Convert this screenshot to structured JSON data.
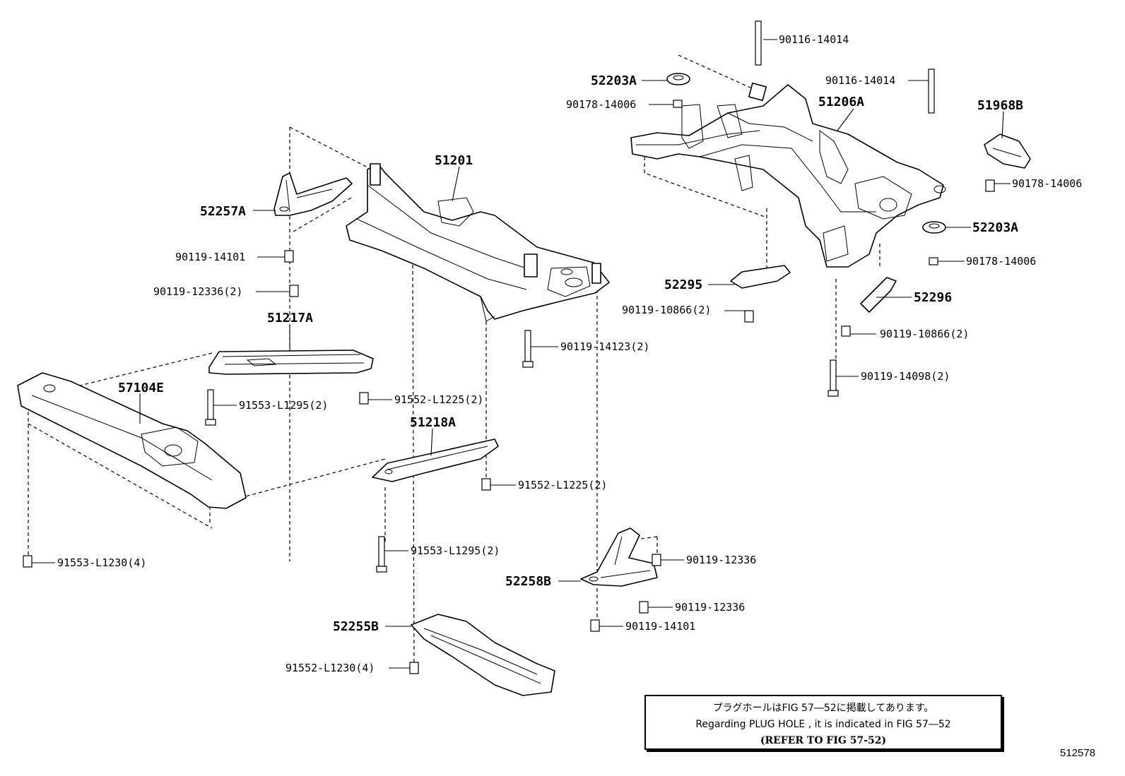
{
  "callouts": [
    {
      "id": "p1",
      "text": "90116-14014",
      "main": false
    },
    {
      "id": "p2",
      "text": "52203A",
      "main": true
    },
    {
      "id": "p3",
      "text": "90116-14014",
      "main": false
    },
    {
      "id": "p4",
      "text": "90178-14006",
      "main": false
    },
    {
      "id": "p5",
      "text": "51206A",
      "main": true
    },
    {
      "id": "p6",
      "text": "51968B",
      "main": true
    },
    {
      "id": "p7",
      "text": "51201",
      "main": true
    },
    {
      "id": "p8",
      "text": "90178-14006",
      "main": false
    },
    {
      "id": "p9",
      "text": "52257A",
      "main": true
    },
    {
      "id": "p10",
      "text": "52203A",
      "main": true
    },
    {
      "id": "p11",
      "text": "90119-14101",
      "main": false
    },
    {
      "id": "p12",
      "text": "90178-14006",
      "main": false
    },
    {
      "id": "p13",
      "text": "52295",
      "main": true
    },
    {
      "id": "p14",
      "text": "90119-12336(2)",
      "main": false
    },
    {
      "id": "p15",
      "text": "52296",
      "main": true
    },
    {
      "id": "p16",
      "text": "90119-10866(2)",
      "main": false
    },
    {
      "id": "p17",
      "text": "51217A",
      "main": true
    },
    {
      "id": "p18",
      "text": "90119-10866(2)",
      "main": false
    },
    {
      "id": "p19",
      "text": "90119-14123(2)",
      "main": false
    },
    {
      "id": "p20",
      "text": "90119-14098(2)",
      "main": false
    },
    {
      "id": "p21",
      "text": "57104E",
      "main": true
    },
    {
      "id": "p22",
      "text": "91552-L1225(2)",
      "main": false
    },
    {
      "id": "p23",
      "text": "91553-L1295(2)",
      "main": false
    },
    {
      "id": "p24",
      "text": "51218A",
      "main": true
    },
    {
      "id": "p25",
      "text": "91552-L1225(2)",
      "main": false
    },
    {
      "id": "p26",
      "text": "91553-L1295(2)",
      "main": false
    },
    {
      "id": "p27",
      "text": "91553-L1230(4)",
      "main": false
    },
    {
      "id": "p28",
      "text": "90119-12336",
      "main": false
    },
    {
      "id": "p29",
      "text": "52258B",
      "main": true
    },
    {
      "id": "p30",
      "text": "90119-12336",
      "main": false
    },
    {
      "id": "p31",
      "text": "90119-14101",
      "main": false
    },
    {
      "id": "p32",
      "text": "52255B",
      "main": true
    },
    {
      "id": "p33",
      "text": "91552-L1230(4)",
      "main": false
    }
  ],
  "note": {
    "line_jp": "プラグホールはFIG 57―52に掲載してあります。",
    "line_en": "Regarding PLUG HOLE , it is indicated in FIG 57―52",
    "line_ref": "(REFER TO FIG 57-52)"
  },
  "figure_number": "512578"
}
